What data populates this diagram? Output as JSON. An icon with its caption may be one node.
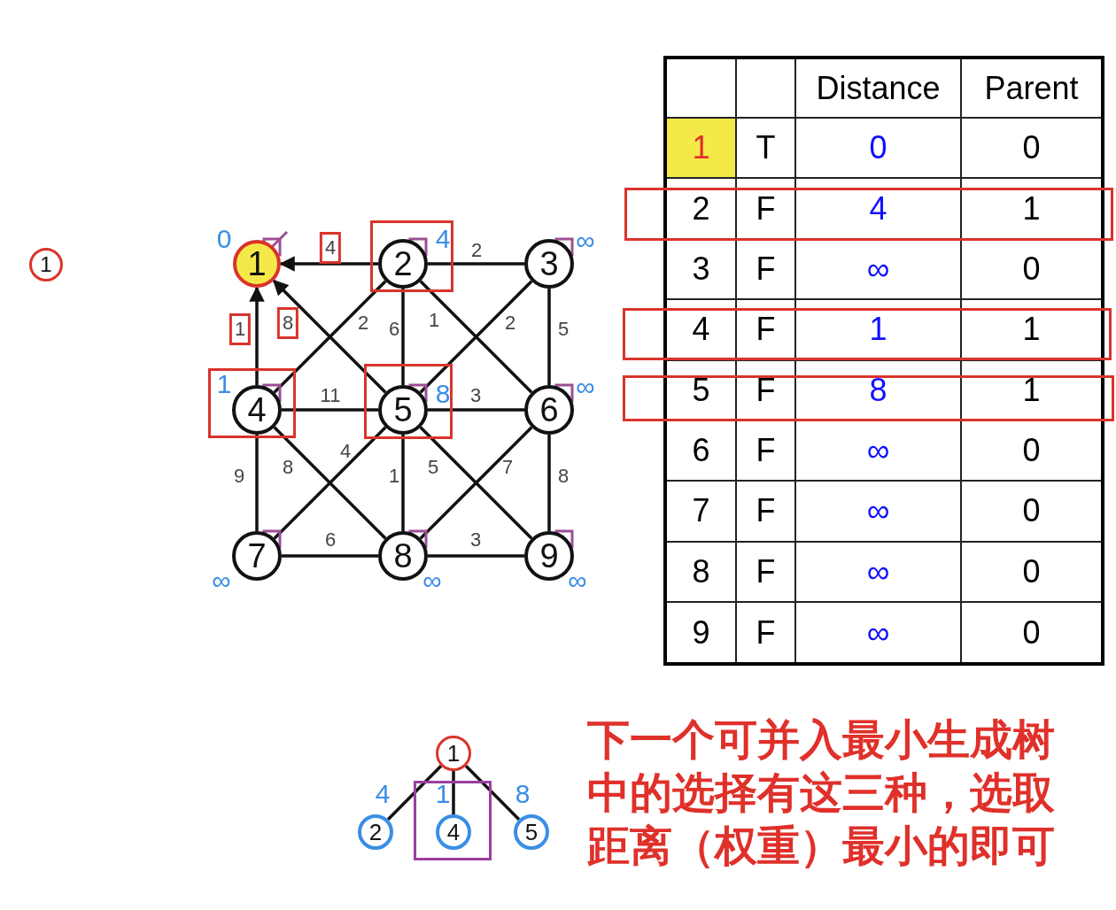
{
  "diagram": {
    "nodes": [
      {
        "text": [
          "1"
        ]
      },
      {
        "text": [
          "1"
        ],
        "beside": [
          "0"
        ]
      },
      {
        "text": [
          "2"
        ],
        "beside": [
          "4"
        ]
      },
      {
        "text": [
          "3"
        ],
        "beside": [
          "∞"
        ]
      },
      {
        "text": [
          "4"
        ],
        "beside": [
          "1"
        ]
      },
      {
        "text": [
          "5"
        ],
        "beside": [
          "8"
        ]
      },
      {
        "text": [
          "6"
        ],
        "beside": [
          "∞"
        ]
      },
      {
        "text": [
          "7"
        ],
        "beside": [
          "∞"
        ]
      },
      {
        "text": [
          "8"
        ],
        "beside": [
          "∞"
        ]
      },
      {
        "text": [
          "9"
        ],
        "beside": [
          "∞"
        ]
      },
      {
        "text": [
          "1"
        ]
      },
      {
        "text": [
          "2"
        ]
      },
      {
        "text": [
          "4"
        ]
      },
      {
        "text": [
          "5"
        ]
      }
    ],
    "edges": [
      {
        "from": 2,
        "to": 1,
        "arrow": "to",
        "label": "4"
      },
      {
        "from": 4,
        "to": 1,
        "arrow": "to",
        "label": "1"
      },
      {
        "from": 5,
        "to": 1,
        "arrow": "to",
        "label": "8"
      },
      {
        "from": 2,
        "to": 3,
        "arrow": "none",
        "label": "2"
      },
      {
        "from": 2,
        "to": 4,
        "arrow": "none",
        "label": "2"
      },
      {
        "from": 2,
        "to": 5,
        "arrow": "none",
        "label": "6"
      },
      {
        "from": 2,
        "to": 6,
        "arrow": "none",
        "label": "1"
      },
      {
        "from": 3,
        "to": 5,
        "arrow": "none",
        "label": "2"
      },
      {
        "from": 3,
        "to": 6,
        "arrow": "none",
        "label": "5"
      },
      {
        "from": 4,
        "to": 5,
        "arrow": "none",
        "label": "11"
      },
      {
        "from": 5,
        "to": 6,
        "arrow": "none",
        "label": "3"
      },
      {
        "from": 4,
        "to": 7,
        "arrow": "none",
        "label": "9"
      },
      {
        "from": 4,
        "to": 8,
        "arrow": "none",
        "label": "8"
      },
      {
        "from": 5,
        "to": 7,
        "arrow": "none",
        "label": "4"
      },
      {
        "from": 5,
        "to": 8,
        "arrow": "none",
        "label": "1"
      },
      {
        "from": 5,
        "to": 9,
        "arrow": "none",
        "label": "5"
      },
      {
        "from": 6,
        "to": 8,
        "arrow": "none",
        "label": "7"
      },
      {
        "from": 6,
        "to": 9,
        "arrow": "none",
        "label": "8"
      },
      {
        "from": 7,
        "to": 8,
        "arrow": "none",
        "label": "6"
      },
      {
        "from": 8,
        "to": 9,
        "arrow": "none",
        "label": "3"
      },
      {
        "from": 10,
        "to": 11,
        "arrow": "none",
        "label": "4"
      },
      {
        "from": 10,
        "to": 12,
        "arrow": "none",
        "label": "1"
      },
      {
        "from": 10,
        "to": 13,
        "arrow": "none",
        "label": "8"
      }
    ],
    "labels": [
      "Distance",
      "Parent",
      "1",
      "T",
      "0",
      "0",
      "2",
      "F",
      "4",
      "1",
      "3",
      "F",
      "∞",
      "0",
      "4",
      "F",
      "1",
      "1",
      "5",
      "F",
      "8",
      "1",
      "6",
      "F",
      "∞",
      "0",
      "7",
      "F",
      "∞",
      "0",
      "8",
      "F",
      "∞",
      "0",
      "9",
      "F",
      "∞",
      "0",
      "下一个可并入最小生成树中的选择有这三种，选取距离（权重）最小的即可"
    ]
  }
}
